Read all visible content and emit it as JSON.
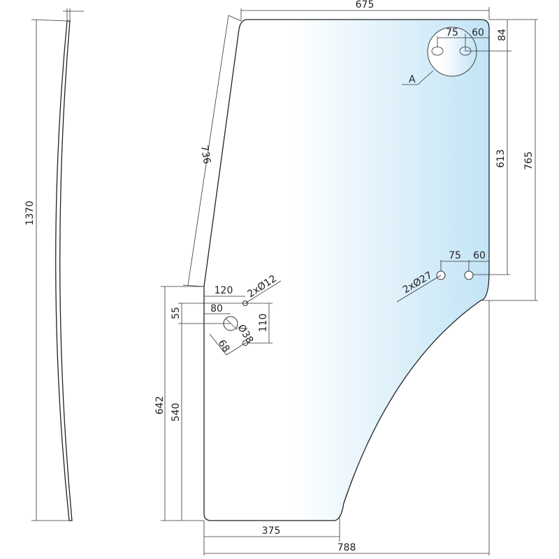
{
  "drawing": {
    "top_width": "675",
    "slanted_edge": "736",
    "total_height": "1370",
    "right_hole_upper_offset": "84",
    "right_hole_lower_height": "613",
    "right_total_height": "765",
    "top_hole_spacing": "75",
    "top_hole_edge": "60",
    "detail_label": "A",
    "mid_hole_spacing": "75",
    "mid_hole_edge": "60",
    "mid_holes": "2xØ27",
    "left_hole_offset": "120",
    "left_holes": "2xØ12",
    "center_hole_offset": "80",
    "center_hole_vertical": "55",
    "hole_spacing_vertical": "110",
    "center_hole_diameter": "Ø38",
    "diagonal": "68",
    "left_height_outer": "642",
    "left_height_inner": "540",
    "bottom_width": "375",
    "total_width": "788"
  },
  "colors": {
    "glass_light": "#ffffff",
    "glass_tint": "#c2e4f6"
  }
}
